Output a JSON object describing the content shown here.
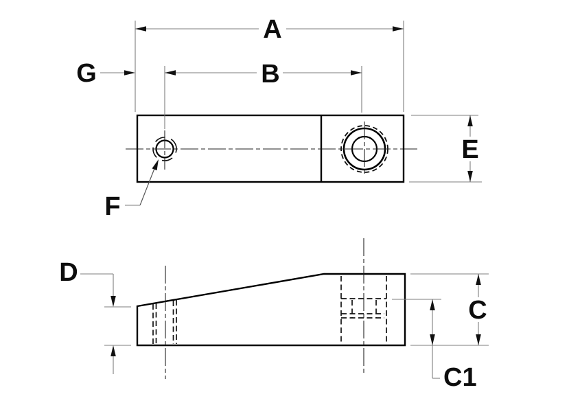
{
  "drawing": {
    "labels": {
      "a": "A",
      "b": "B",
      "g": "G",
      "e": "E",
      "f": "F",
      "d": "D",
      "c": "C",
      "c1": "C1"
    },
    "colors": {
      "background": "#ffffff",
      "edge": "#000000",
      "hidden_line": "#111111",
      "centerline": "#222222",
      "dimension_line": "#7d7d7d",
      "text": "#0d0d0d"
    }
  }
}
